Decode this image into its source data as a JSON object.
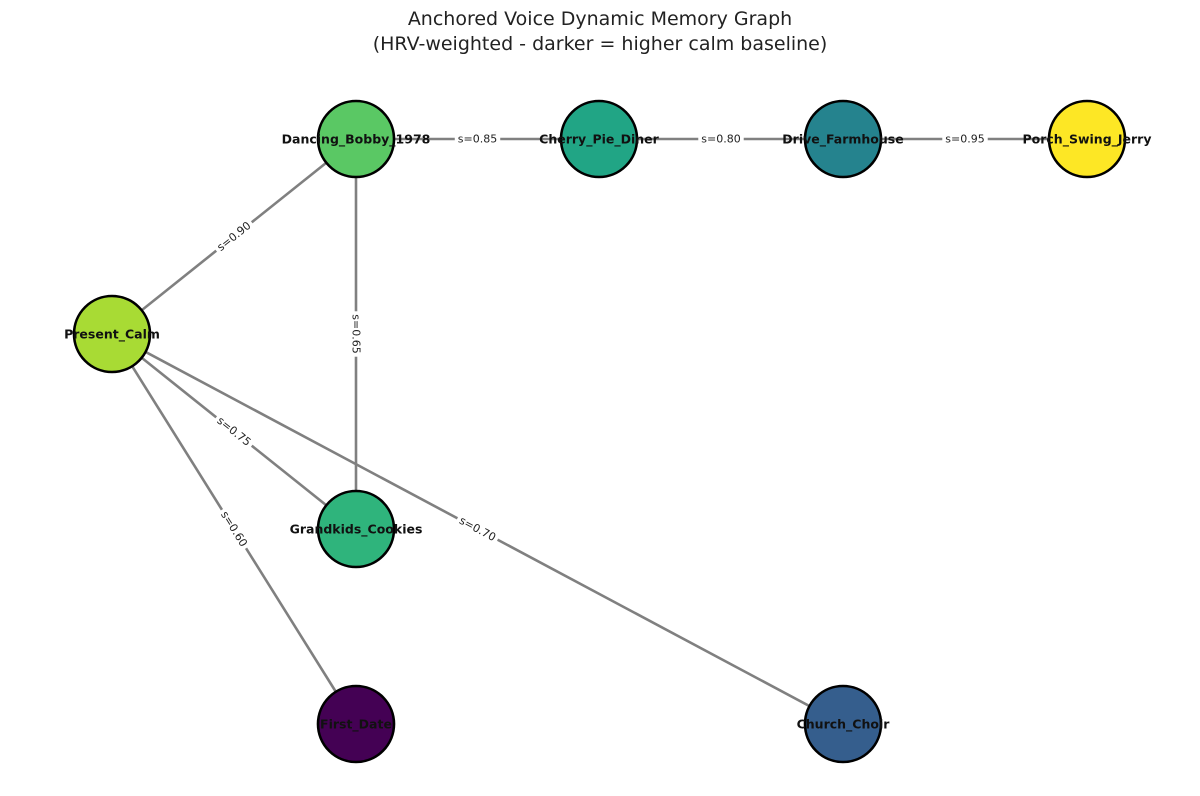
{
  "title": {
    "line1": "Anchored Voice Dynamic Memory Graph",
    "line2": "(HRV-weighted - darker = higher calm baseline)"
  },
  "colors": {
    "edge": "#808080",
    "node_stroke": "#000000",
    "label_box": "#ffffff"
  },
  "nodes": [
    {
      "id": "Dancing_Bobby_1978",
      "label": "Dancing_Bobby_1978",
      "color": "#5ac864"
    },
    {
      "id": "Cherry_Pie_Diner",
      "label": "Cherry_Pie_Diner",
      "color": "#21a585"
    },
    {
      "id": "Drive_Farmhouse",
      "label": "Drive_Farmhouse",
      "color": "#25838e"
    },
    {
      "id": "Porch_Swing_Jerry",
      "label": "Porch_Swing_Jerry",
      "color": "#fde725"
    },
    {
      "id": "Present_Calm",
      "label": "Present_Calm",
      "color": "#a8db34"
    },
    {
      "id": "Grandkids_Cookies",
      "label": "Grandkids_Cookies",
      "color": "#2fb47c"
    },
    {
      "id": "First_Date",
      "label": "First_Date",
      "color": "#440154"
    },
    {
      "id": "Church_Choir",
      "label": "Church_Choir",
      "color": "#355e8d"
    }
  ],
  "edges": [
    {
      "source": "Dancing_Bobby_1978",
      "target": "Cherry_Pie_Diner",
      "label": "s=0.85"
    },
    {
      "source": "Cherry_Pie_Diner",
      "target": "Drive_Farmhouse",
      "label": "s=0.80"
    },
    {
      "source": "Drive_Farmhouse",
      "target": "Porch_Swing_Jerry",
      "label": "s=0.95"
    },
    {
      "source": "Present_Calm",
      "target": "Dancing_Bobby_1978",
      "label": "s=0.90"
    },
    {
      "source": "Dancing_Bobby_1978",
      "target": "Grandkids_Cookies",
      "label": "s=0.65"
    },
    {
      "source": "Present_Calm",
      "target": "Grandkids_Cookies",
      "label": "s=0.75"
    },
    {
      "source": "Present_Calm",
      "target": "First_Date",
      "label": "s=0.60"
    },
    {
      "source": "Present_Calm",
      "target": "Church_Choir",
      "label": "s=0.70"
    }
  ]
}
